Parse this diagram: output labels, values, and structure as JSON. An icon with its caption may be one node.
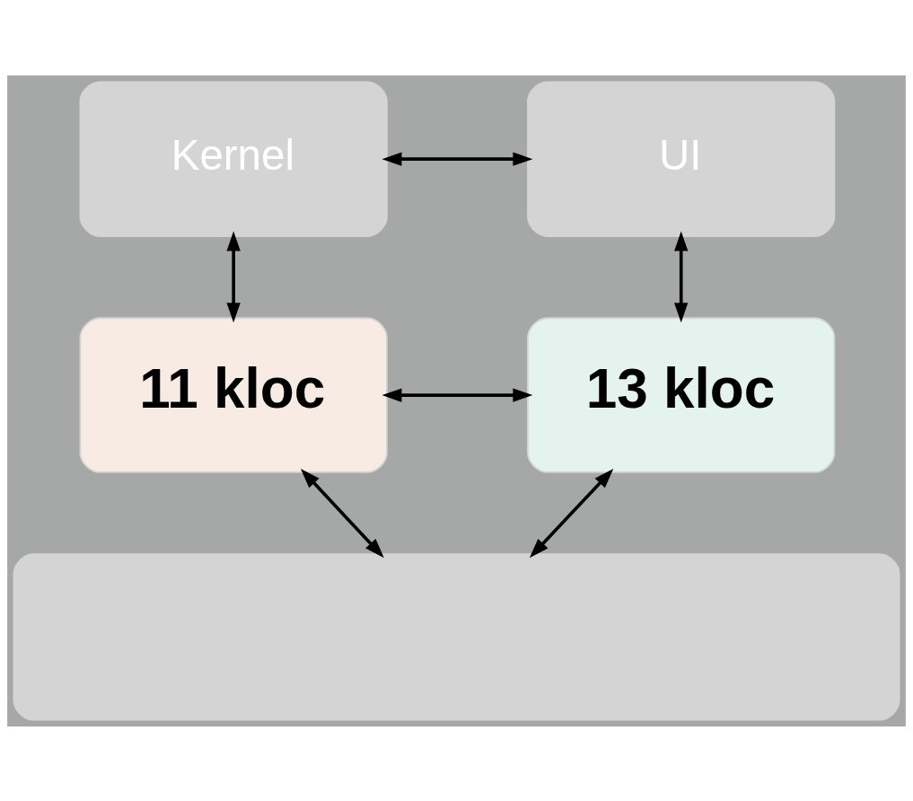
{
  "diagram": {
    "nodes": [
      {
        "text": [
          "Kernel"
        ]
      },
      {
        "text": [
          "UI"
        ]
      },
      {
        "text": [
          "11 kloc"
        ]
      },
      {
        "text": [
          "13 kloc"
        ]
      },
      {
        "text": [],
        "shape": "box"
      }
    ],
    "edges": [
      {
        "from": 0,
        "to": 1,
        "arrow": "both"
      },
      {
        "from": 0,
        "to": 2,
        "arrow": "both"
      },
      {
        "from": 1,
        "to": 3,
        "arrow": "both"
      },
      {
        "from": 2,
        "to": 3,
        "arrow": "both"
      },
      {
        "from": 2,
        "to": 4,
        "arrow": "both"
      },
      {
        "from": 3,
        "to": 4,
        "arrow": "both"
      }
    ]
  }
}
